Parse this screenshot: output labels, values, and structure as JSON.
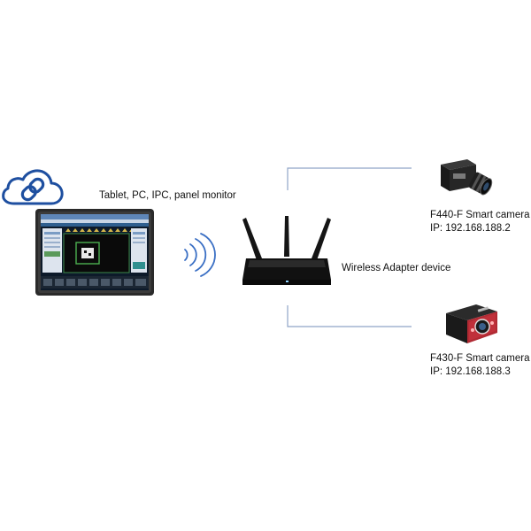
{
  "colors": {
    "background": "#ffffff",
    "connector": "#8fa5c8",
    "cloud_stroke": "#1e4fa0",
    "wifi_waves": "#3a6fc4",
    "router_body": "#111111",
    "tablet_frame": "#2a2a2a",
    "camera_f430_accent": "#c0303a"
  },
  "icons": {
    "cloud": "cloud-link-icon",
    "tablet": "tablet-device",
    "wifi": "wifi-waves-icon",
    "router": "wireless-router",
    "camera_f440": "industrial-camera-black",
    "camera_f430": "smart-camera-red"
  },
  "host": {
    "label": "Tablet, PC, IPC, panel monitor"
  },
  "adapter": {
    "label": "Wireless Adapter device"
  },
  "cameras": [
    {
      "name": "F440-F Smart camera",
      "ip": "IP: 192.168.188.2"
    },
    {
      "name": "F430-F Smart camera",
      "ip": "IP: 192.168.188.3"
    }
  ]
}
